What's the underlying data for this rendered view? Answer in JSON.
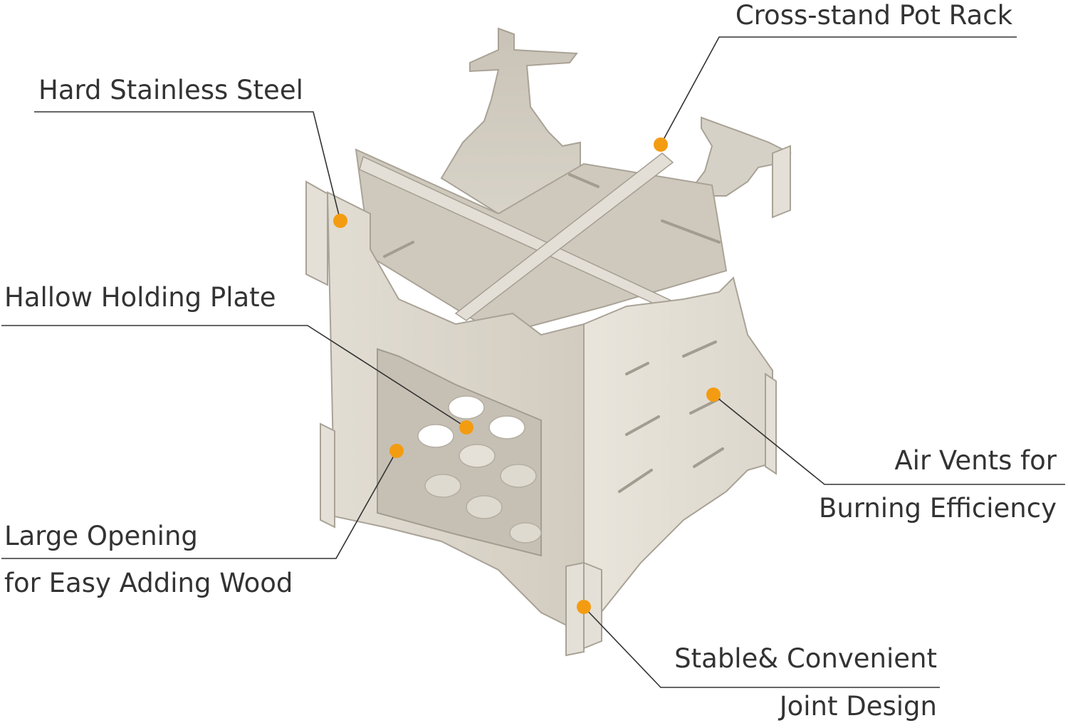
{
  "callouts": {
    "hard_steel": "Hard Stainless Steel",
    "hallow_plate": "Hallow Holding Plate",
    "large_opening_line1": "Large Opening",
    "large_opening_line2": "for Easy Adding Wood",
    "cross_stand": "Cross-stand Pot Rack",
    "air_vents_line1": "Air Vents for",
    "air_vents_line2": "Burning Efficiency",
    "stable_line1": "Stable& Convenient",
    "stable_line2": "Joint Design"
  },
  "colors": {
    "dot": "#f39c12",
    "leader": "#333333",
    "metal": "#d9d4c9",
    "metal_dark": "#b9b3a7",
    "metal_light": "#ebe7de"
  }
}
